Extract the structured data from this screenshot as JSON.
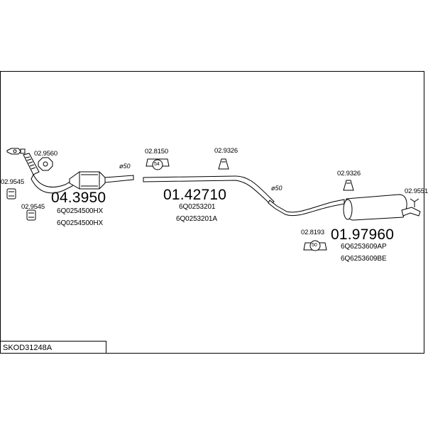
{
  "diagram_code": "SKOD31248A",
  "parts": {
    "catalytic_converter": {
      "number": "04.3950",
      "codes": [
        "6Q0254500HX",
        "6Q0254500HX"
      ]
    },
    "middle_pipe": {
      "number": "01.42710",
      "codes": [
        "6Q0253201",
        "6Q0253201A"
      ]
    },
    "rear_silencer": {
      "number": "01.97960",
      "codes": [
        "6Q6253609AP",
        "6Q6253609BE"
      ]
    }
  },
  "fittings": {
    "gasket_front": "02.9560",
    "mount_left_top": "02.9545",
    "mount_left_bottom": "02.9545",
    "ring_mount_middle": "02.8150",
    "hanger_middle": "02.9326",
    "hanger_rear": "02.9326",
    "ring_mount_rear": "02.8193",
    "clamp_rear": "02.9551"
  },
  "diameters": {
    "cat_outlet": "ø50",
    "middle_pipe": "ø50"
  },
  "badges": {
    "ring_mount_middle": "54",
    "ring_mount_rear": "50"
  }
}
